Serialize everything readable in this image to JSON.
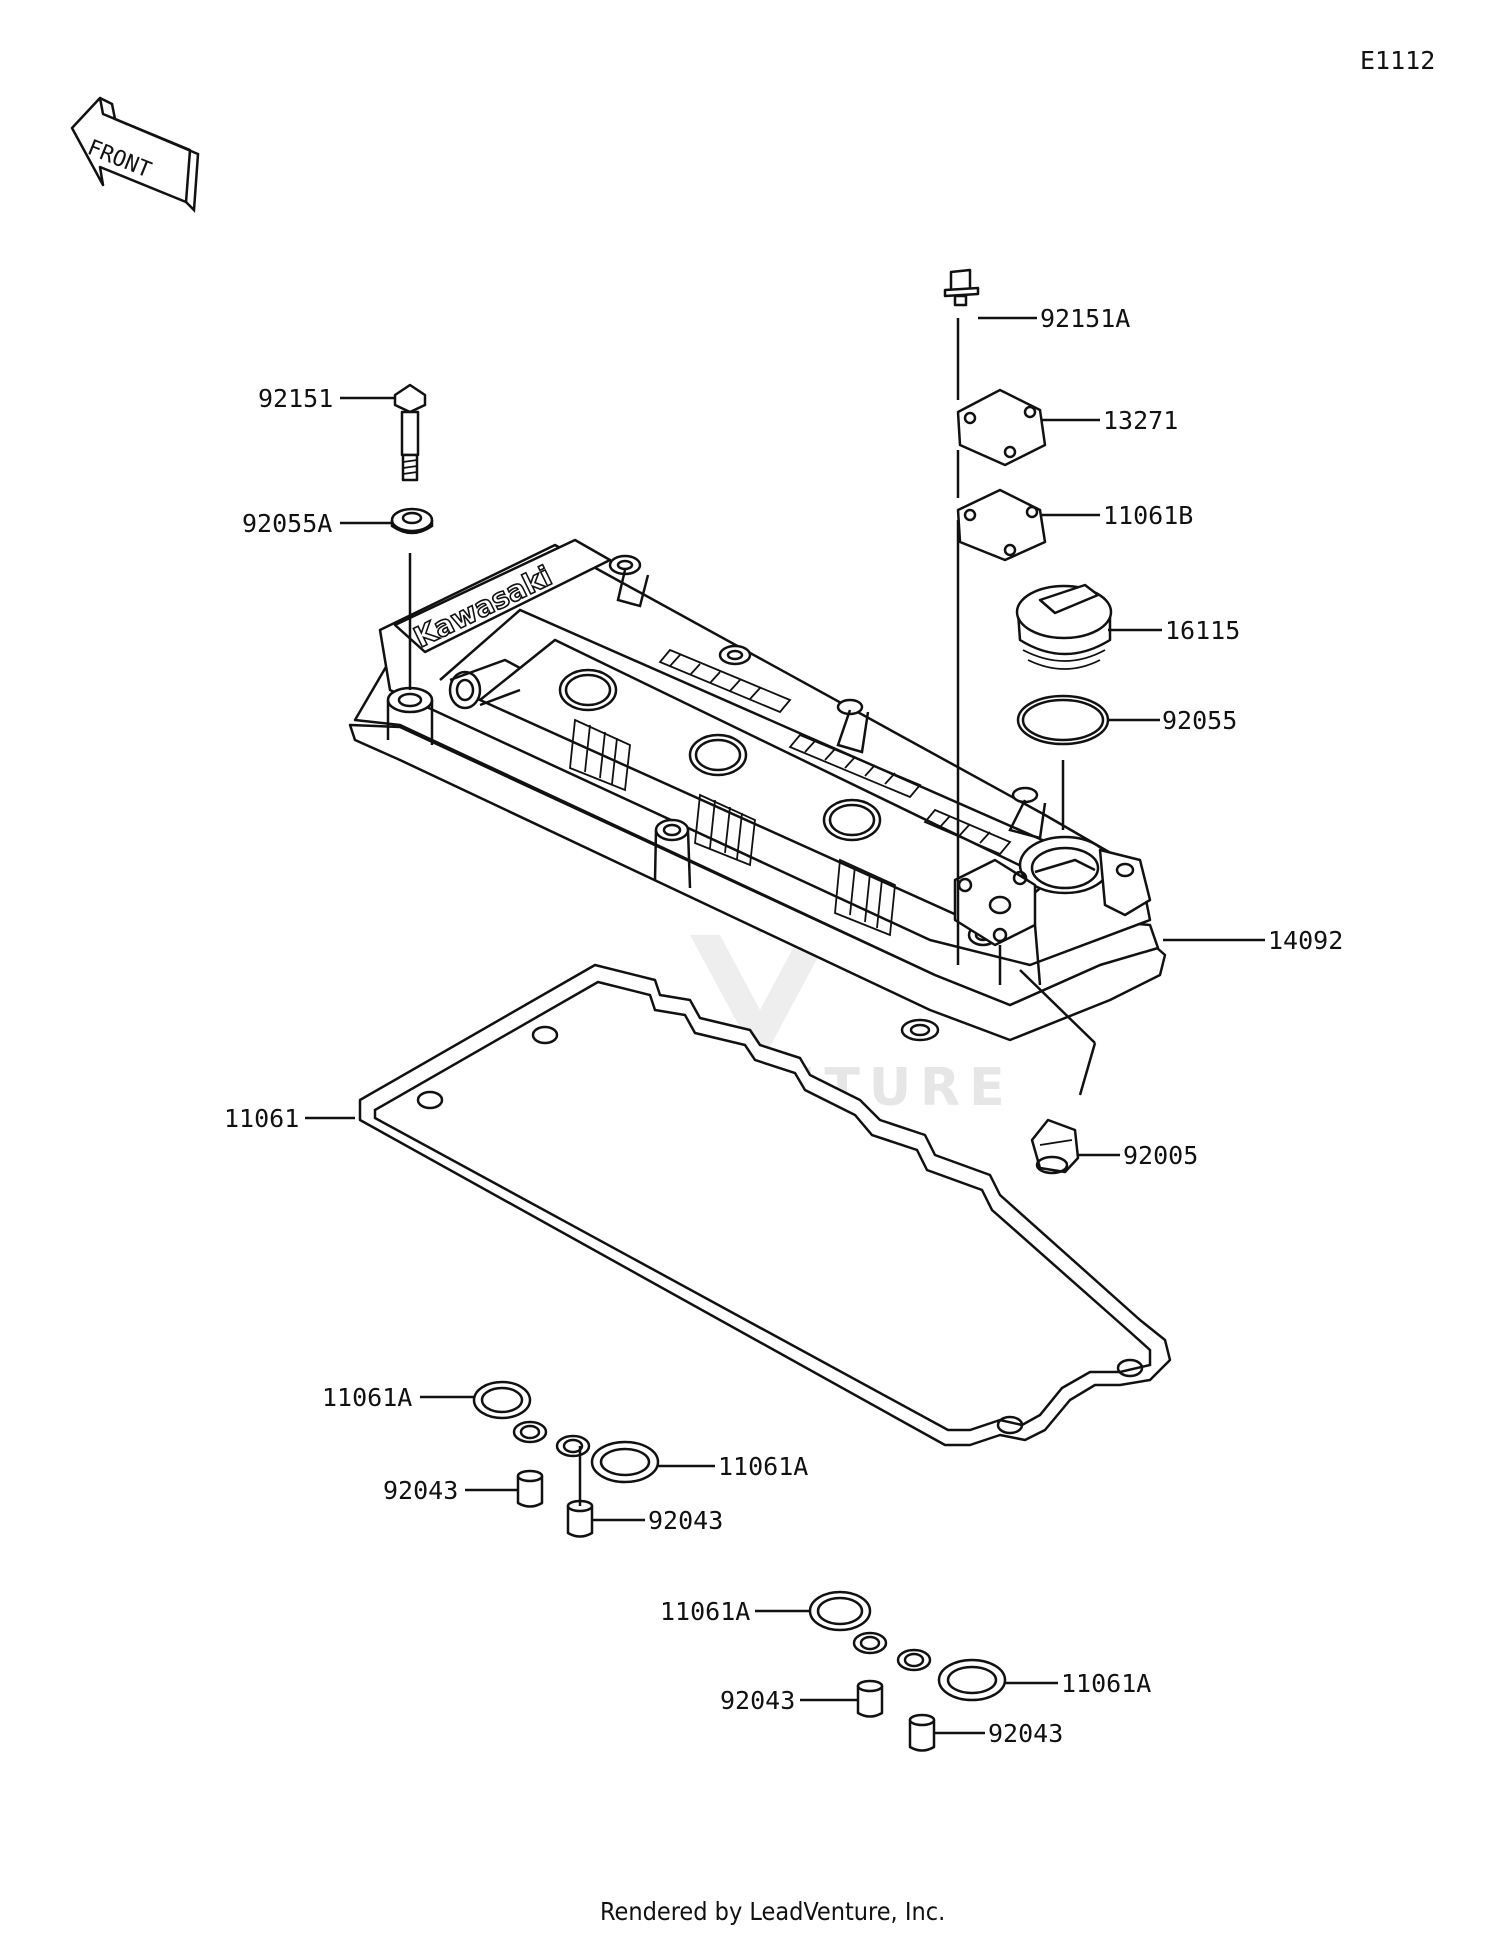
{
  "diagram_code": "E1112",
  "front_arrow_label": "FRONT",
  "brand_logo_text": "Kawasaki",
  "watermark": "LEADVENTURE",
  "footer": "Rendered by LeadVenture, Inc.",
  "callouts": {
    "c92151A": "92151A",
    "c13271": "13271",
    "c11061B": "11061B",
    "c16115": "16115",
    "c92055": "92055",
    "c14092": "14092",
    "c92005": "92005",
    "c92151": "92151",
    "c92055A": "92055A",
    "c11061": "11061",
    "c11061A_1": "11061A",
    "c92043_1": "92043",
    "c11061A_2": "11061A",
    "c92043_2": "92043",
    "c11061A_3": "11061A",
    "c92043_3": "92043",
    "c11061A_4": "11061A",
    "c92043_4": "92043"
  }
}
